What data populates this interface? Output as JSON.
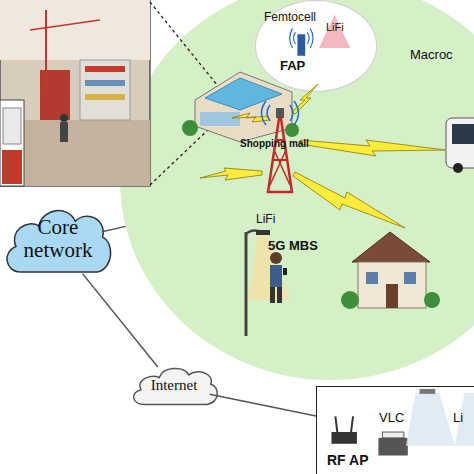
{
  "diagram": {
    "nodes": [
      {
        "text": [
          "Macroc"
        ]
      },
      {
        "text": [
          "Femtocell",
          "FAP",
          "LiFi"
        ],
        "in": 0
      },
      {
        "text": [
          "Core network"
        ]
      },
      {
        "text": [
          "Internet"
        ]
      },
      {
        "text": [
          "RF AP",
          "VLC",
          "Li"
        ]
      }
    ],
    "edges": [
      {
        "from": 2,
        "to": 0,
        "arrow": "none"
      },
      {
        "from": 2,
        "to": 3,
        "arrow": "none"
      },
      {
        "from": 3,
        "to": 4,
        "arrow": "none"
      }
    ],
    "labels": [
      "Shopping mall",
      "5G MBS",
      "LiFi"
    ]
  }
}
